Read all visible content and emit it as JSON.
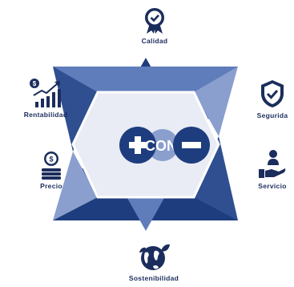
{
  "center": {
    "text": "CON"
  },
  "factors": {
    "calidad": "Calidad",
    "seguridad": "Segurida",
    "servicio": "Servicio",
    "sostenibilidad": "Sostenibilidad",
    "precio": "Precio",
    "rentabilidad": "Rentabilidad"
  },
  "colors": {
    "dark_navy": "#1e3d7e",
    "mid_blue": "#5a78b6",
    "light_blue": "#8a9fce",
    "pale": "#e9ecf4",
    "text": "#1b2d5c"
  },
  "icons": {
    "calidad": "award-badge-icon",
    "seguridad": "shield-check-icon",
    "servicio": "hand-person-icon",
    "sostenibilidad": "globe-leaf-icon",
    "precio": "coin-stack-icon",
    "rentabilidad": "growth-chart-icon",
    "plus": "plus-icon",
    "minus": "minus-icon"
  }
}
